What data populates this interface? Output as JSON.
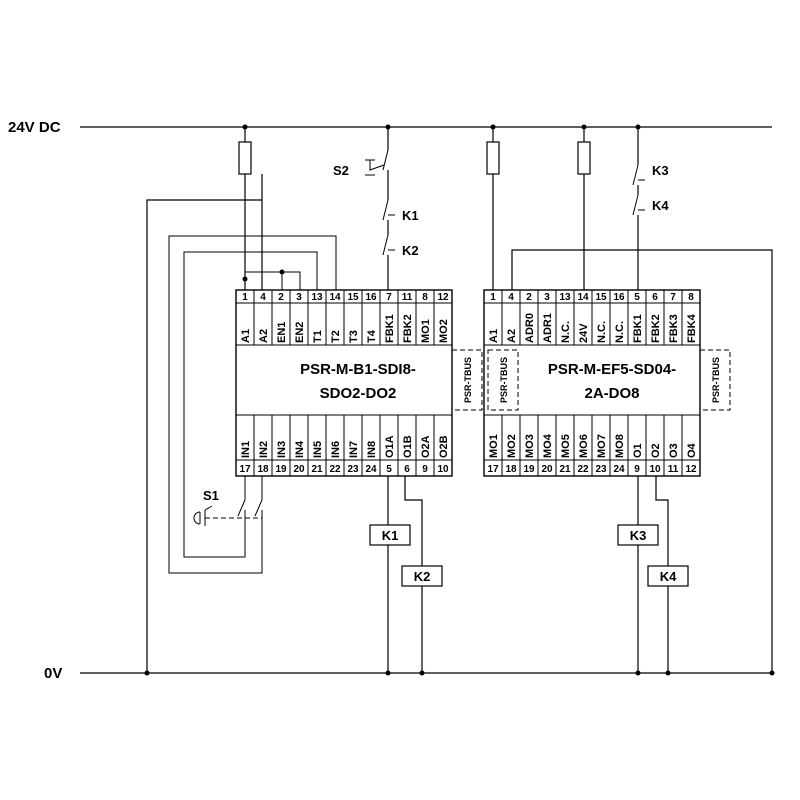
{
  "rails": {
    "top": "24V DC",
    "bottom": "0V"
  },
  "switches": {
    "s1": "S1",
    "s2": "S2"
  },
  "contacts": {
    "k1": "K1",
    "k2": "K2",
    "k3": "K3",
    "k4": "K4"
  },
  "relays": {
    "k1": "K1",
    "k2": "K2",
    "k3": "K3",
    "k4": "K4"
  },
  "module1": {
    "name_line1": "PSR-M-B1-SDI8-",
    "name_line2": "SDO2-DO2",
    "bus_label": "PSR-TBUS",
    "top_terminals": [
      "1",
      "4",
      "2",
      "3",
      "13",
      "14",
      "15",
      "16",
      "7",
      "11",
      "8",
      "12"
    ],
    "top_signals": [
      "A1",
      "A2",
      "EN1",
      "EN2",
      "T1",
      "T2",
      "T3",
      "T4",
      "FBK1",
      "FBK2",
      "MO1",
      "MO2"
    ],
    "bottom_signals": [
      "IN1",
      "IN2",
      "IN3",
      "IN4",
      "IN5",
      "IN6",
      "IN7",
      "IN8",
      "O1A",
      "O1B",
      "O2A",
      "O2B"
    ],
    "bottom_terminals": [
      "17",
      "18",
      "19",
      "20",
      "21",
      "22",
      "23",
      "24",
      "5",
      "6",
      "9",
      "10"
    ]
  },
  "module2": {
    "name_line1": "PSR-M-EF5-SD04-",
    "name_line2": "2A-DO8",
    "bus_label_left": "PSR-TBUS",
    "bus_label_right": "PSR-TBUS",
    "top_terminals": [
      "1",
      "4",
      "2",
      "3",
      "13",
      "14",
      "15",
      "16",
      "5",
      "6",
      "7",
      "8"
    ],
    "top_signals": [
      "A1",
      "A2",
      "ADR0",
      "ADR1",
      "N.C.",
      "24V",
      "N.C.",
      "N.C.",
      "FBK1",
      "FBK2",
      "FBK3",
      "FBK4"
    ],
    "bottom_signals": [
      "MO1",
      "MO2",
      "MO3",
      "MO4",
      "MO5",
      "MO6",
      "MO7",
      "MO8",
      "O1",
      "O2",
      "O3",
      "O4"
    ],
    "bottom_terminals": [
      "17",
      "18",
      "19",
      "20",
      "21",
      "22",
      "23",
      "24",
      "9",
      "10",
      "11",
      "12"
    ]
  }
}
